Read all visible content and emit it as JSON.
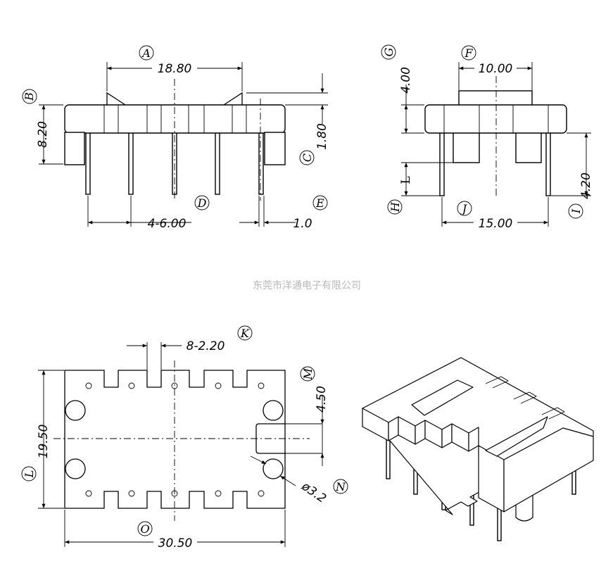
{
  "watermark": "东莞市洋通电子有限公司",
  "front_view": {
    "dim_width": "18.80",
    "dim_height": "8.20",
    "dim_stub": "1.80",
    "dim_pitch": "4-6.00",
    "dim_pin": "1.0",
    "labels": {
      "a": "A",
      "b": "B",
      "c": "C",
      "d": "D",
      "e": "E"
    }
  },
  "side_view": {
    "dim_top": "10.00",
    "dim_height": "4.00",
    "dim_l": "L",
    "dim_span": "15.00",
    "dim_pin_len": "4.20",
    "labels": {
      "f": "F",
      "g": "G",
      "h": "H",
      "i": "I",
      "j": "J"
    }
  },
  "top_view": {
    "dim_slots": "8-2.20",
    "dim_tab": "4.50",
    "dim_height": "19.50",
    "dim_hole": "ø3.2",
    "dim_width": "30.50",
    "labels": {
      "k": "K",
      "l": "L",
      "m": "M",
      "n": "N",
      "o": "O"
    }
  }
}
